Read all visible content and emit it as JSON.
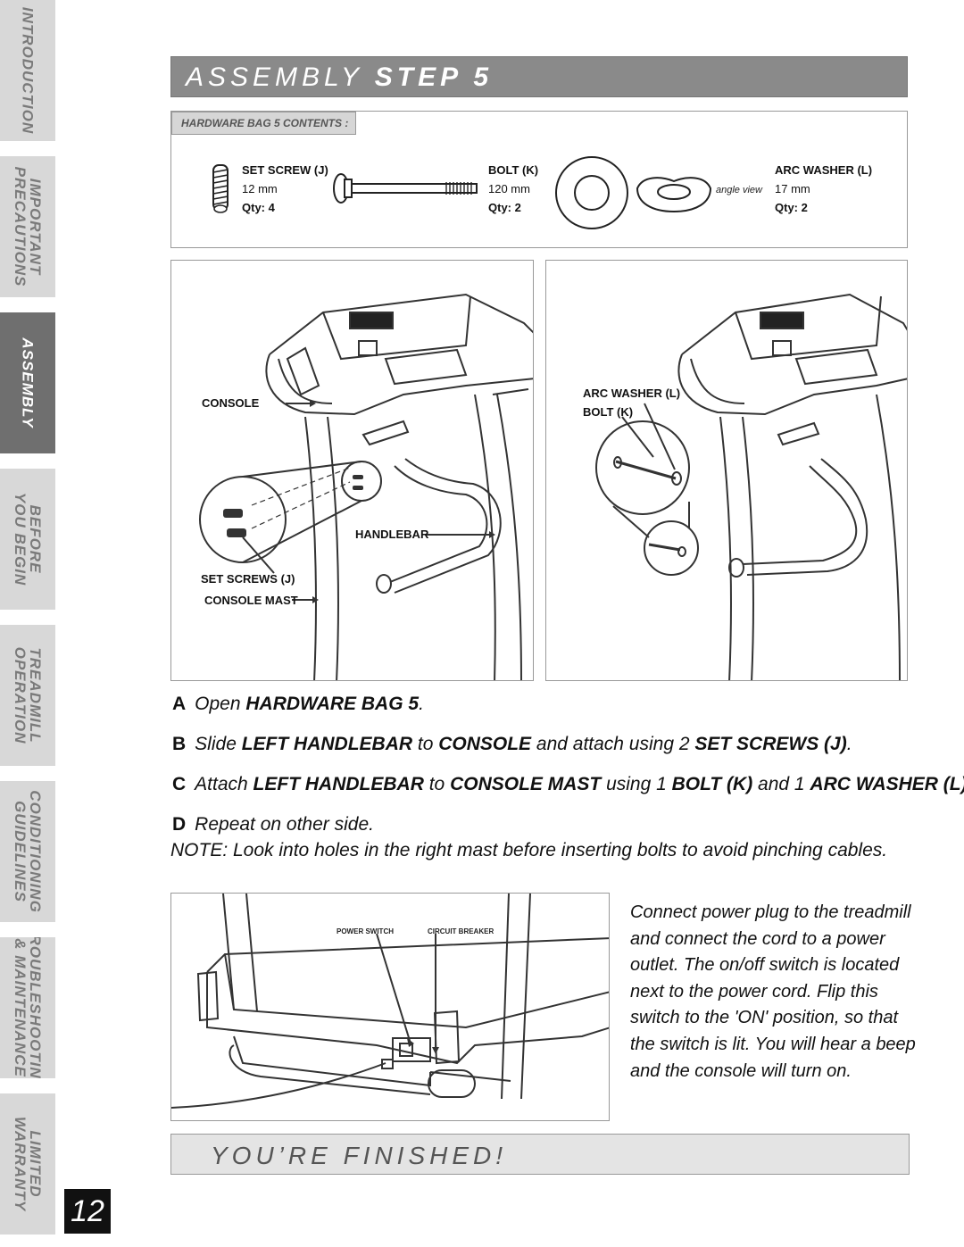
{
  "side_tabs": [
    {
      "label": "INTRODUCTION",
      "active": false
    },
    {
      "label": "IMPORTANT\nPRECAUTIONS",
      "active": false
    },
    {
      "label": "ASSEMBLY",
      "active": true
    },
    {
      "label": "BEFORE\nYOU BEGIN",
      "active": false
    },
    {
      "label": "TREADMILL\nOPERATION",
      "active": false
    },
    {
      "label": "CONDITIONING\nGUIDELINES",
      "active": false
    },
    {
      "label": "TROUBLESHOOTING\n& MAINTENANCE",
      "active": false
    },
    {
      "label": "LIMITED\nWARRANTY",
      "active": false
    }
  ],
  "page_number": "12",
  "header": {
    "prefix": "ASSEMBLY",
    "step": "STEP 5"
  },
  "hardware": {
    "title": "HARDWARE BAG 5 CONTENTS :",
    "items": [
      {
        "name": "SET SCREW (J)",
        "size": "12 mm",
        "qty": "Qty: 4"
      },
      {
        "name": "BOLT (K)",
        "size": "120 mm",
        "qty": "Qty: 2"
      },
      {
        "name": "ARC WASHER (L)",
        "size": "17 mm",
        "qty": "Qty: 2"
      }
    ],
    "angle_view": "angle view"
  },
  "diagram_left": {
    "console": "CONSOLE",
    "handlebar": "HANDLEBAR",
    "set_screws": "SET SCREWS (J)",
    "console_mast": "CONSOLE MAST"
  },
  "diagram_right": {
    "arc_washer": "ARC WASHER (L)",
    "bolt": "BOLT (K)"
  },
  "steps": {
    "a": {
      "key": "A",
      "t1": "Open ",
      "b1": "HARDWARE BAG 5",
      "t2": "."
    },
    "b": {
      "key": "B",
      "t1": "Slide ",
      "b1": "LEFT HANDLEBAR",
      "t2": " to ",
      "b2": "CONSOLE",
      "t3": " and attach using 2 ",
      "b3": "SET SCREWS (J)",
      "t4": "."
    },
    "c": {
      "key": "C",
      "t1": "Attach ",
      "b1": "LEFT HANDLEBAR",
      "t2": " to ",
      "b2": "CONSOLE MAST",
      "t3": " using 1 ",
      "b3": "BOLT (K)",
      "t4": " and 1 ",
      "b4": "ARC WASHER (L)",
      "t5": "."
    },
    "d": {
      "key": "D",
      "t1": "Repeat on other side."
    }
  },
  "note": "NOTE: Look into holes in the right mast before inserting bolts to avoid pinching cables.",
  "power": {
    "power_switch": "POWER SWITCH",
    "circuit_breaker": "CIRCUIT BREAKER",
    "paragraph": "Connect power plug to the treadmill and connect the cord to a power outlet. The on/off switch is located next to the power cord. Flip this switch to the 'ON' position, so that the switch is lit. You will hear a beep and the console will turn on."
  },
  "finished": "YOU’RE FINISHED!"
}
